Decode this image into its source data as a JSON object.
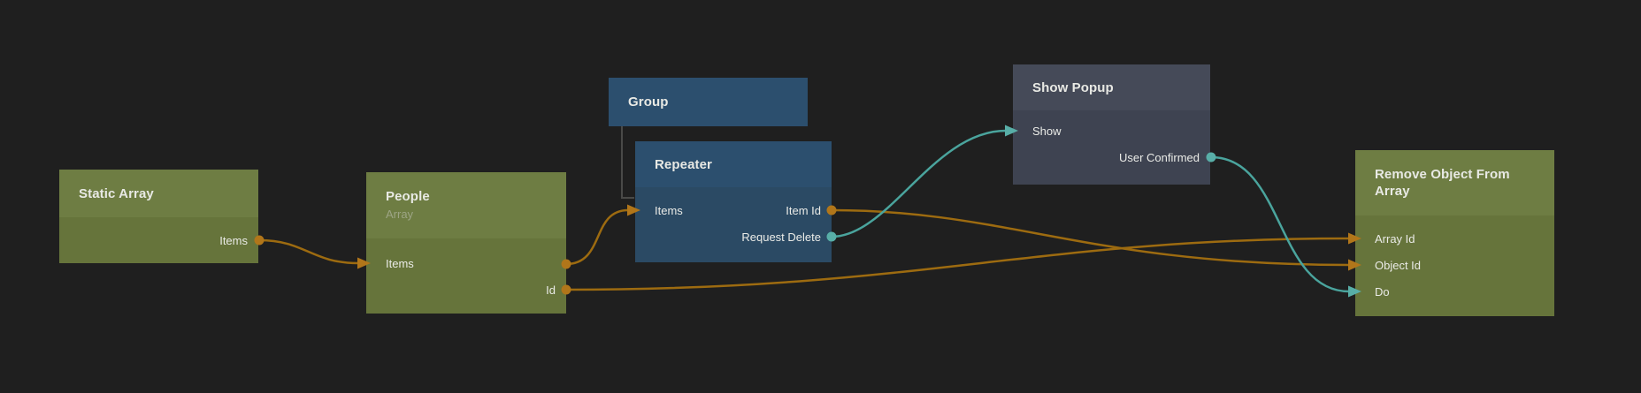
{
  "editor": {
    "type": "visual-node-graph",
    "background_color": "#1f1f1f"
  },
  "colors": {
    "green_node_header": "#6e7d43",
    "green_node_body": "#66743b",
    "blue_node_header": "#2c4f6e",
    "blue_node_body": "#2b4a64",
    "slate_node_header": "#454a58",
    "slate_node_body": "#3e4351",
    "orange_connection": "#9d6b10",
    "orange_port": "#b1761a",
    "teal_connection": "#4aa49d",
    "teal_port": "#58aea7",
    "child_link_line": "#4a4a48"
  },
  "nodes": [
    {
      "id": "static-array",
      "title": "Static Array",
      "color": "green",
      "rows": [
        {
          "right": "Items"
        }
      ]
    },
    {
      "id": "people",
      "title": "People",
      "subtitle": "Array",
      "color": "green",
      "rows": [
        {
          "left": "Items"
        },
        {
          "right": "Id"
        }
      ]
    },
    {
      "id": "group",
      "title": "Group",
      "color": "blue",
      "rows": []
    },
    {
      "id": "repeater",
      "title": "Repeater",
      "color": "blue",
      "rows": [
        {
          "left": "Items",
          "right": "Item Id"
        },
        {
          "right": "Request Delete"
        }
      ]
    },
    {
      "id": "show-popup",
      "title": "Show Popup",
      "color": "slate",
      "rows": [
        {
          "left": "Show"
        },
        {
          "right": "User Confirmed"
        }
      ]
    },
    {
      "id": "remove-object-from-array",
      "title": "Remove Object From Array",
      "color": "green",
      "rows": [
        {
          "left": "Array Id"
        },
        {
          "left": "Object Id"
        },
        {
          "left": "Do"
        }
      ]
    }
  ],
  "connections": [
    {
      "from": "Static Array / Items",
      "to": "People / Items",
      "color": "#9d6b10"
    },
    {
      "from": "People / Items",
      "to": "Repeater / Items",
      "color": "#9d6b10"
    },
    {
      "from": "People / Id",
      "to": "Remove Object From Array / Array Id",
      "color": "#9d6b10"
    },
    {
      "from": "Repeater / Item Id",
      "to": "Remove Object From Array / Object Id",
      "color": "#9d6b10"
    },
    {
      "from": "Repeater / Request Delete",
      "to": "Show Popup / Show",
      "color": "#4aa49d"
    },
    {
      "from": "Show Popup / User Confirmed",
      "to": "Remove Object From Array / Do",
      "color": "#4aa49d"
    },
    {
      "from": "Group",
      "to": "Repeater",
      "type": "parent-child"
    }
  ]
}
